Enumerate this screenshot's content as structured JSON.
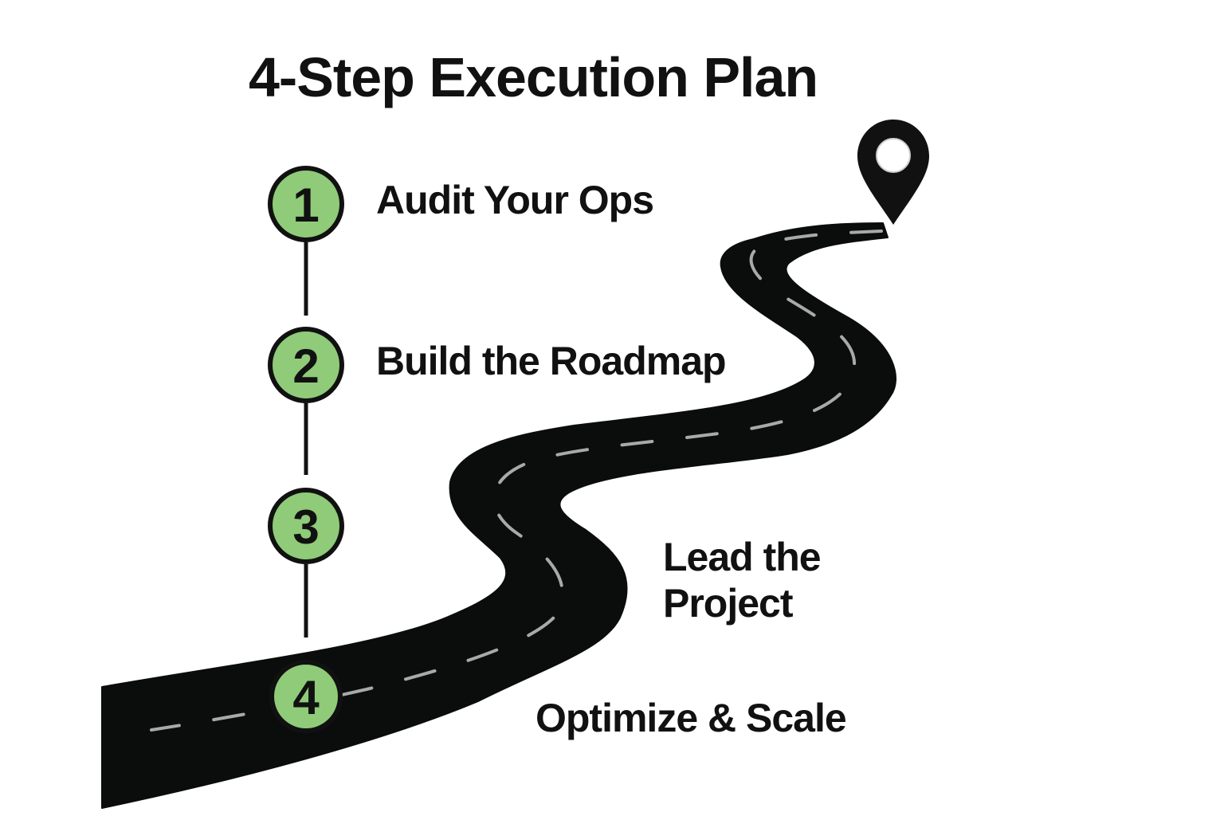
{
  "title": "4-Step Execution Plan",
  "steps": [
    {
      "number": "1",
      "label": "Audit Your Ops"
    },
    {
      "number": "2",
      "label": "Build the Roadmap"
    },
    {
      "number": "3",
      "label": "Lead the Project"
    },
    {
      "number": "4",
      "label": "Optimize & Scale"
    }
  ],
  "icons": {
    "destination": "map-pin-icon"
  },
  "colors": {
    "step_fill": "#8fcb78",
    "road": "#0b0d0c",
    "lane_marking": "#a9a9a9",
    "text": "#111111"
  }
}
